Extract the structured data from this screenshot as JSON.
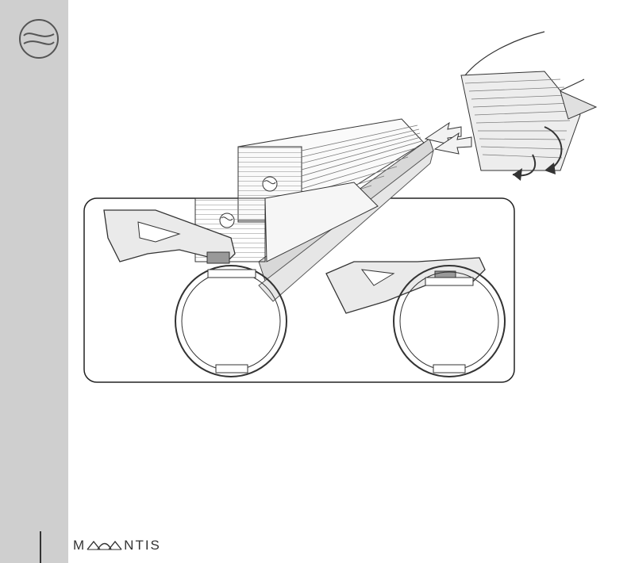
{
  "document": {
    "brand": {
      "prefix": "M",
      "suffix": "NTIS",
      "logo_icon": "magantis-wave-logo",
      "text_color": "#333333"
    },
    "sidebar": {
      "color": "#cfcfcf",
      "badge_icon": "circle-wave-badge-icon"
    },
    "illustration": {
      "subject": "assembly-illustration",
      "detail_callout_icons": [
        "bracket-clip-open-icon",
        "bracket-clip-closed-icon"
      ]
    }
  }
}
